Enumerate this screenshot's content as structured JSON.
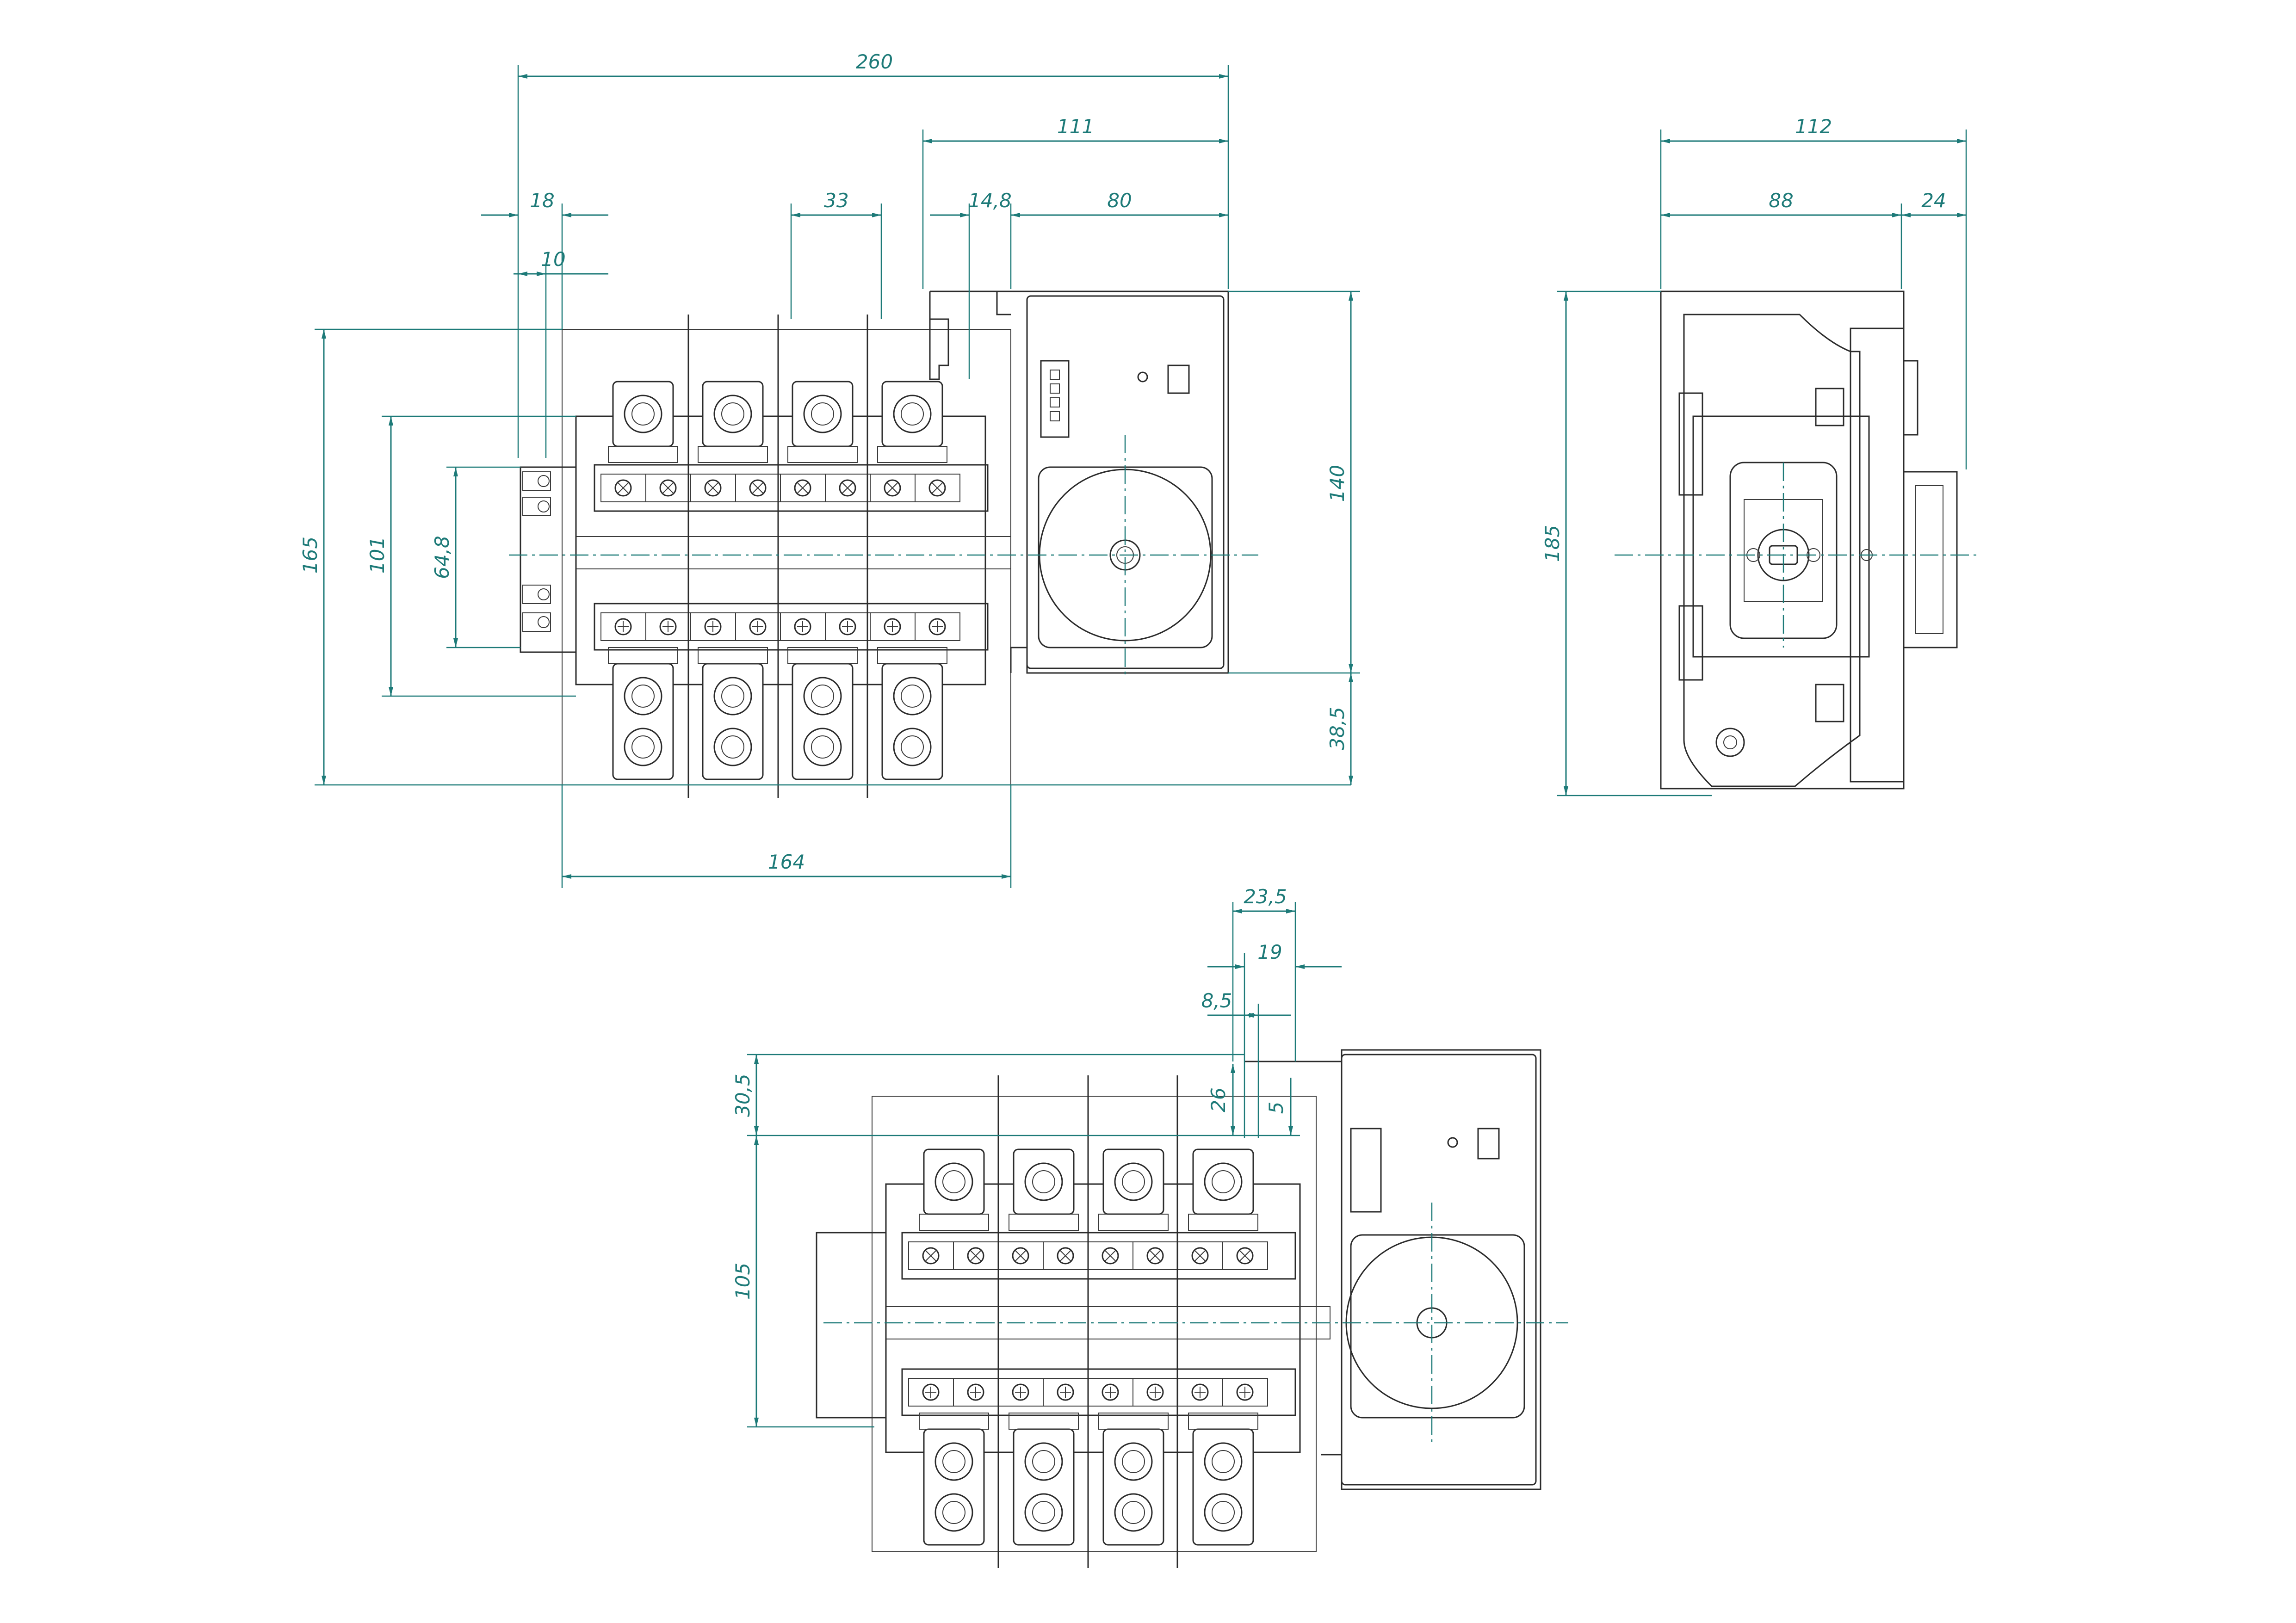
{
  "colors": {
    "line": "#2b2b2b",
    "dimension": "#1d7a78",
    "background": "#ffffff"
  },
  "front_view": {
    "dims": {
      "overall_width": "260",
      "control_width": "111",
      "left_offset": "18",
      "left_inner": "10",
      "pole_pitch": "33",
      "gap": "14,8",
      "panel_width": "80",
      "overall_height": "165",
      "body_height": "101",
      "inner_height": "64,8",
      "panel_height": "140",
      "bottom_offset": "38,5",
      "base_width": "164"
    }
  },
  "side_view": {
    "dims": {
      "overall_depth": "112",
      "body_depth": "88",
      "handle_depth": "24",
      "overall_height": "185"
    }
  },
  "plan_view": {
    "dims": {
      "d_23_5": "23,5",
      "d_19": "19",
      "d_8_5": "8,5",
      "d_30_5": "30,5",
      "d_26": "26",
      "d_5": "5",
      "d_105": "105"
    }
  }
}
